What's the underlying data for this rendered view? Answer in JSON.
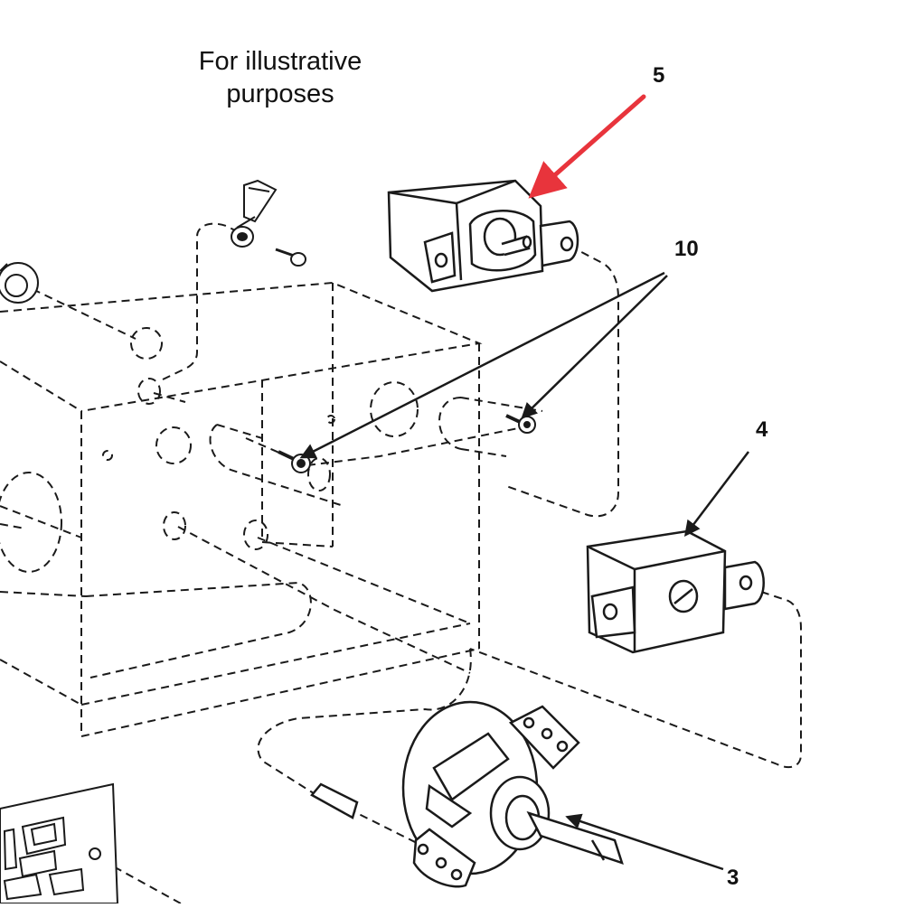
{
  "caption": {
    "line1": "For illustrative",
    "line2": "purposes"
  },
  "callouts": {
    "c5": "5",
    "c10": "10",
    "c4": "4",
    "c3": "3"
  },
  "colors": {
    "highlight_arrow": "#e8343c",
    "line": "#1a1a1a"
  }
}
